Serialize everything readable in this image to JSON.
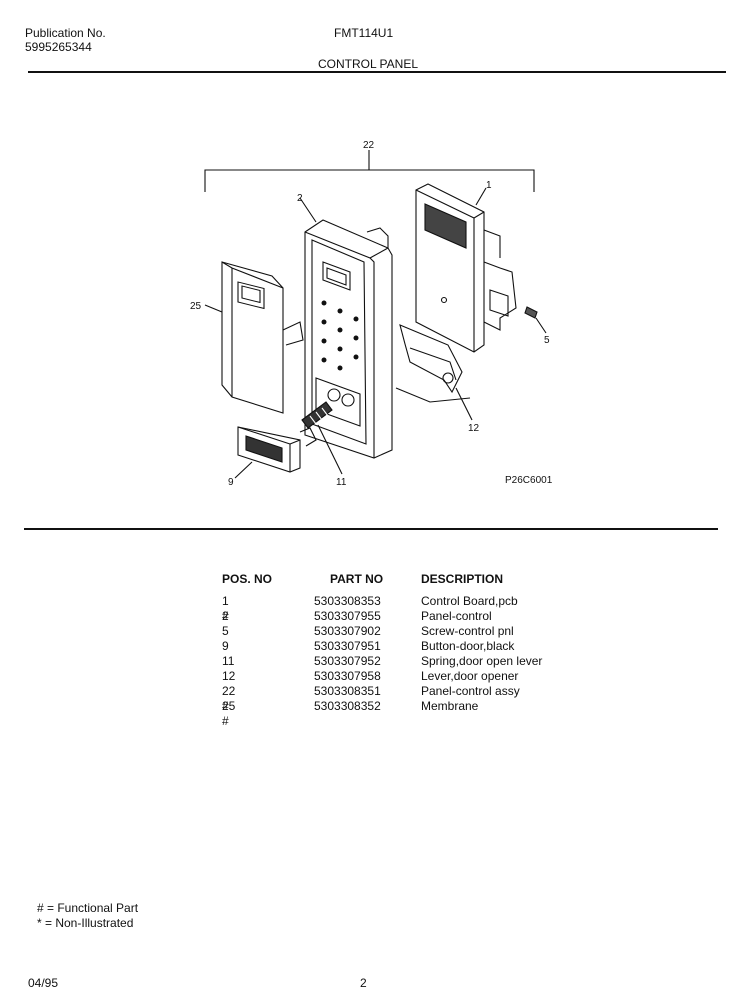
{
  "header": {
    "publication_label": "Publication No.",
    "publication_number": "5995265344",
    "model": "FMT114U1",
    "section_title": "CONTROL PANEL"
  },
  "diagram": {
    "callouts": [
      "22",
      "1",
      "2",
      "25",
      "5",
      "12",
      "9",
      "11"
    ],
    "figure_code": "P26C6001"
  },
  "parts_table": {
    "headers": {
      "pos": "POS. NO",
      "part": "PART NO",
      "description": "DESCRIPTION"
    },
    "rows": [
      {
        "pos": "1 #",
        "part": "5303308353",
        "description": "Control Board,pcb"
      },
      {
        "pos": "2",
        "part": "5303307955",
        "description": "Panel-control"
      },
      {
        "pos": "5",
        "part": "5303307902",
        "description": "Screw-control pnl"
      },
      {
        "pos": "9",
        "part": "5303307951",
        "description": "Button-door,black"
      },
      {
        "pos": "11",
        "part": "5303307952",
        "description": "Spring,door open lever"
      },
      {
        "pos": "12",
        "part": "5303307958",
        "description": "Lever,door opener"
      },
      {
        "pos": "22 #",
        "part": "5303308351",
        "description": "Panel-control assy"
      },
      {
        "pos": "25 #",
        "part": "5303308352",
        "description": "Membrane"
      }
    ]
  },
  "legend": {
    "functional": "# = Functional Part",
    "non_illustrated": "* = Non-Illustrated"
  },
  "footer": {
    "date": "04/95",
    "page": "2"
  }
}
